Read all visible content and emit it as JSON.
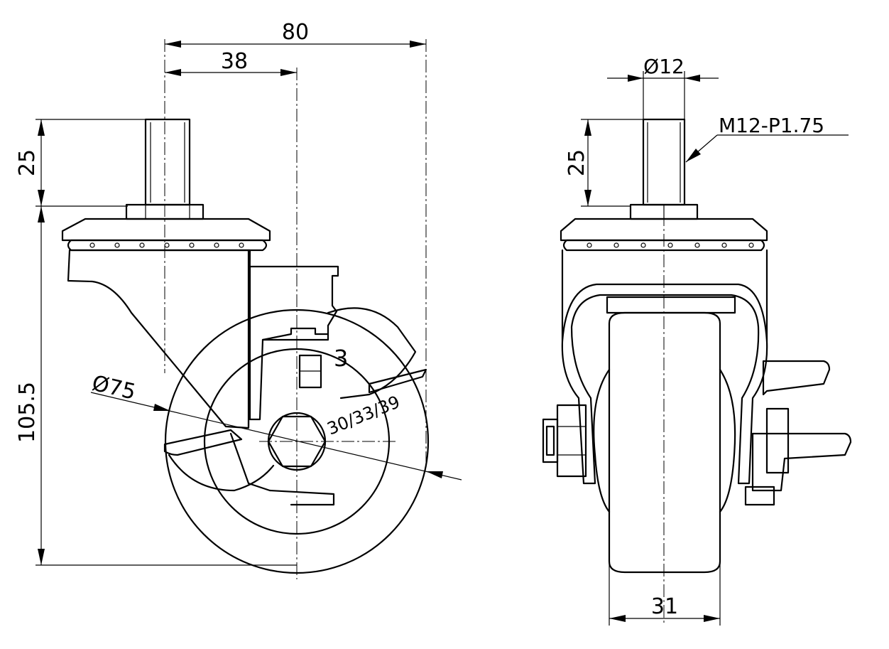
{
  "side_view": {
    "dim_overall_width": "80",
    "dim_offset": "38",
    "dim_stem_length": "25",
    "dim_overall_height": "105.5",
    "dim_wheel_diameter": "Ø75",
    "dim_brake_positions": "30/33/39",
    "bracket_mark": "3"
  },
  "front_view": {
    "dim_stem_diameter": "Ø12",
    "thread_spec": "M12-P1.75",
    "dim_stem_length": "25",
    "dim_wheel_width": "31"
  }
}
